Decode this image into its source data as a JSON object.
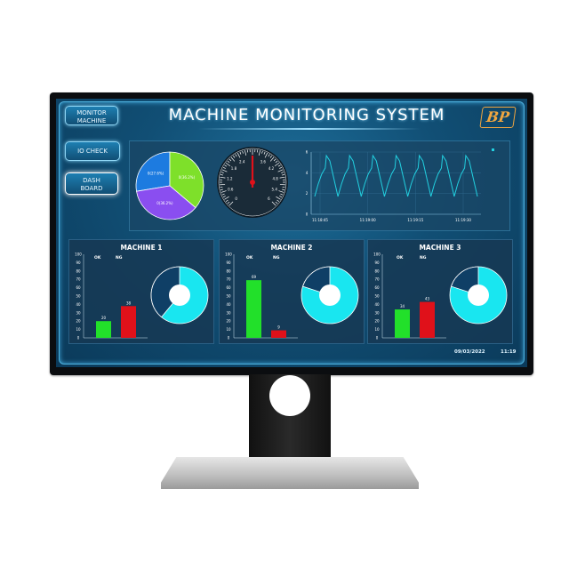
{
  "app": {
    "title": "MACHINE MONITORING SYSTEM",
    "logo_text": "BP"
  },
  "nav": {
    "buttons": [
      {
        "label_line1": "MONITOR",
        "label_line2": "MACHINE"
      },
      {
        "label_line1": "IO CHECK",
        "label_line2": ""
      },
      {
        "label_line1": "DASH",
        "label_line2": "BOARD",
        "active": true
      }
    ]
  },
  "overview": {
    "pie": {
      "slices": [
        {
          "label": "0(27.6%)",
          "value": 27.6,
          "color": "#1d7be0"
        },
        {
          "label": "0(36.2%)",
          "value": 36.2,
          "color": "#7ee02a"
        },
        {
          "label": "0(36.2%)",
          "value": 36.2,
          "color": "#8a4ef0"
        }
      ]
    },
    "gauge": {
      "ticks": [
        "0",
        "0.3",
        "0.6",
        "0.9",
        "1.2",
        "1.5",
        "1.8",
        "2.1",
        "2.4",
        "2.7",
        "3",
        "3.3",
        "3.6",
        "3.9",
        "4.2",
        "4.5",
        "4.8",
        "5.1",
        "5.4",
        "5.7",
        "6"
      ],
      "value": 3.0
    },
    "trend": {
      "y_ticks": [
        "0",
        "2",
        "4",
        "6"
      ],
      "x_ticks": [
        "11:18:45",
        "11:19:00",
        "11:19:15",
        "11:19:30"
      ],
      "line_color": "#22d0e0"
    }
  },
  "machines": [
    {
      "title": "MACHINE 1",
      "legend_ok": "OK",
      "legend_ng": "NG",
      "ok": 20,
      "ng": 38,
      "donut_label": "61.0%",
      "donut_value": 61.0
    },
    {
      "title": "MACHINE 2",
      "legend_ok": "OK",
      "legend_ng": "NG",
      "ok": 69,
      "ng": 9,
      "donut_label": "80.0%",
      "donut_value": 80.0
    },
    {
      "title": "MACHINE 3",
      "legend_ok": "OK",
      "legend_ng": "NG",
      "ok": 34,
      "ng": 43,
      "donut_label": "80.0%",
      "donut_value": 80.0
    }
  ],
  "bar_axis": {
    "ticks": [
      "0",
      "10",
      "20",
      "30",
      "40",
      "50",
      "60",
      "70",
      "80",
      "90",
      "100"
    ],
    "max": 100
  },
  "colors": {
    "ok": "#22e02a",
    "ng": "#e0111a",
    "donut_fill": "#19e6f0",
    "donut_empty": "#0f3f66"
  },
  "footer": {
    "date": "09/03/2022",
    "time": "11:19"
  }
}
